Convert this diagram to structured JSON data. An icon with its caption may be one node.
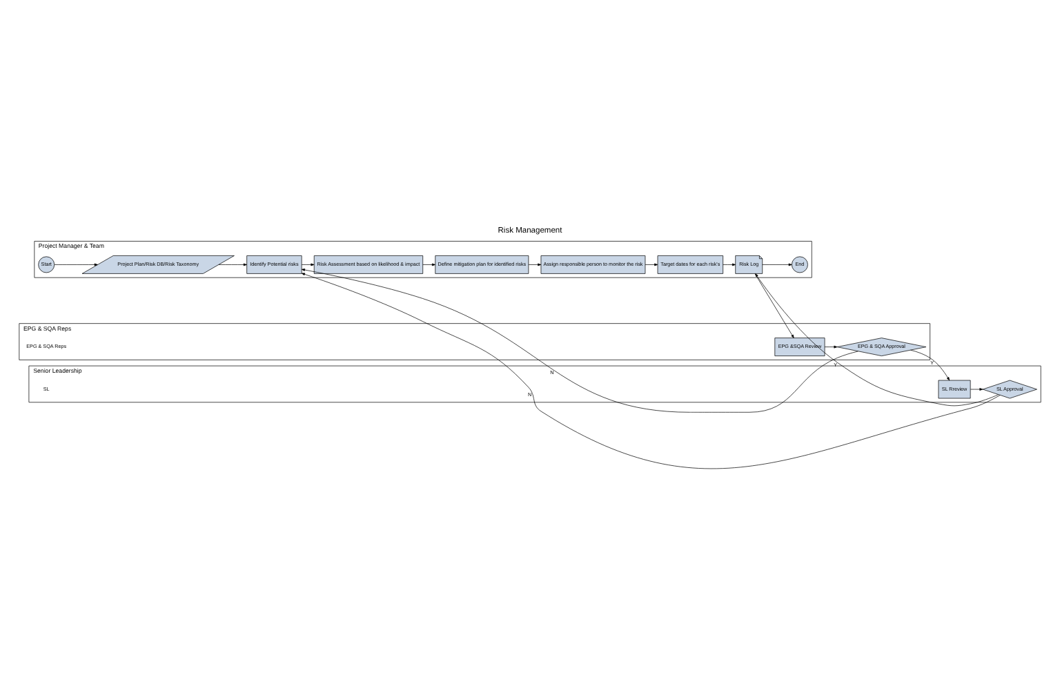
{
  "diagram": {
    "title": "Risk Management",
    "nodes": [
      {
        "text": [
          "Project Manager & Team"
        ]
      },
      {
        "text": [
          "Start"
        ],
        "in": 0
      },
      {
        "text": [
          "Project Plan/Risk DB/Risk Taxonomy"
        ],
        "in": 0
      },
      {
        "text": [
          "Identify Potential risks"
        ],
        "in": 0
      },
      {
        "text": [
          "Risk Assessment based on likelihood & impact"
        ],
        "in": 0
      },
      {
        "text": [
          "Define mitigation plan for identified risks"
        ],
        "in": 0
      },
      {
        "text": [
          "Assign responsible person to monitor the risk"
        ],
        "in": 0
      },
      {
        "text": [
          "Target dates for each risk's"
        ],
        "in": 0
      },
      {
        "text": [
          "Risk Log"
        ],
        "in": 0
      },
      {
        "text": [
          "End"
        ],
        "in": 0
      },
      {
        "text": [
          "EPG & SQA Reps"
        ]
      },
      {
        "text": [
          "EPG &SQA Review"
        ],
        "in": 10
      },
      {
        "text": [
          "EPG & SQA Approval"
        ],
        "in": 10
      },
      {
        "text": [
          "EPG & SQA Reps"
        ],
        "in": 10
      },
      {
        "text": [
          "Senior Leadership"
        ]
      },
      {
        "text": [
          "SL Rreview"
        ],
        "in": 14
      },
      {
        "text": [
          "SL Approval"
        ],
        "in": 14
      },
      {
        "text": [
          "SL"
        ],
        "in": 14
      }
    ],
    "edges": [
      {
        "from": 1,
        "to": 2,
        "arrow": "to"
      },
      {
        "from": 2,
        "to": 3,
        "arrow": "to"
      },
      {
        "from": 3,
        "to": 4,
        "arrow": "to"
      },
      {
        "from": 4,
        "to": 5,
        "arrow": "to"
      },
      {
        "from": 5,
        "to": 6,
        "arrow": "to"
      },
      {
        "from": 6,
        "to": 7,
        "arrow": "to"
      },
      {
        "from": 7,
        "to": 8,
        "arrow": "to"
      },
      {
        "from": 8,
        "to": 9,
        "arrow": "to"
      },
      {
        "from": 8,
        "to": 11,
        "arrow": "to"
      },
      {
        "from": 11,
        "to": 12,
        "arrow": "to"
      },
      {
        "from": 12,
        "to": 3,
        "label": "N",
        "arrow": "to"
      },
      {
        "from": 12,
        "to": 15,
        "label": "Y",
        "arrow": "to"
      },
      {
        "from": 15,
        "to": 16,
        "arrow": "to"
      },
      {
        "from": 16,
        "to": 3,
        "label": "N",
        "arrow": "to"
      },
      {
        "from": 16,
        "to": 8,
        "label": "Y",
        "arrow": "to"
      }
    ]
  }
}
